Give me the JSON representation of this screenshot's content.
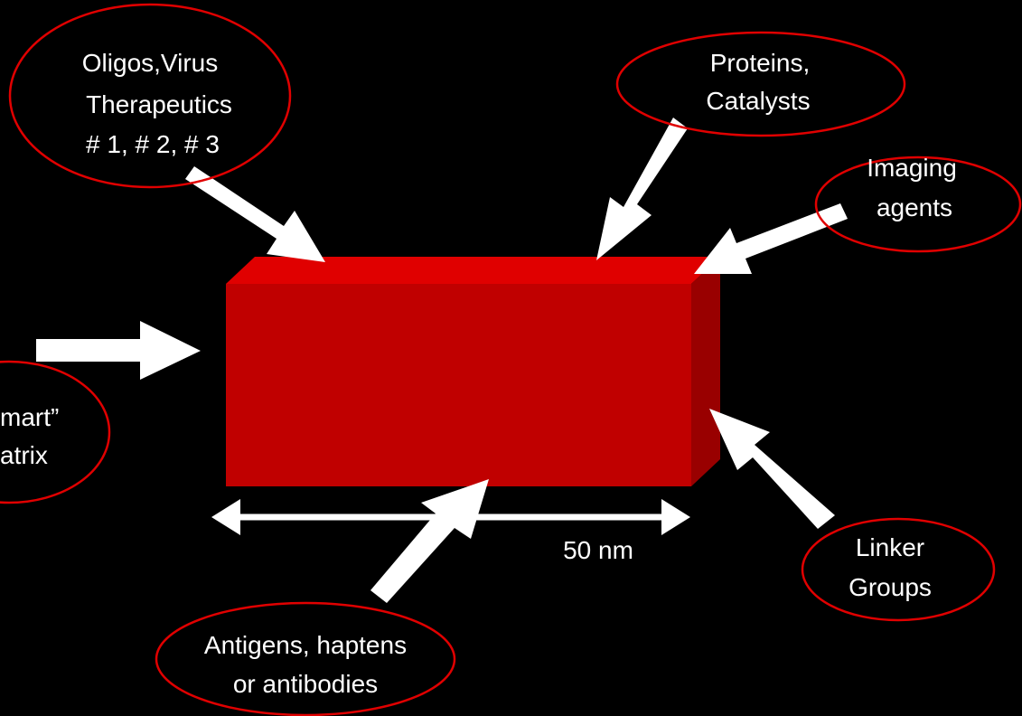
{
  "colors": {
    "background": "#000000",
    "box_front": "#C00000",
    "box_top": "#E00000",
    "box_side": "#990000",
    "ellipse_stroke": "#E00000",
    "arrow": "#FFFFFF",
    "text": "#FFFFFF"
  },
  "labels": {
    "oligos": [
      "Oligos,Virus",
      "Therapeutics",
      "# 1, # 2, # 3"
    ],
    "proteins": [
      "Proteins,",
      "Catalysts"
    ],
    "imaging": [
      "Imaging",
      "agents"
    ],
    "smart": [
      "mart”",
      "atrix"
    ],
    "antigens": [
      "Antigens, haptens",
      "or antibodies"
    ],
    "linker": [
      "Linker",
      "Groups"
    ]
  },
  "scale": {
    "label": "50 nm"
  }
}
